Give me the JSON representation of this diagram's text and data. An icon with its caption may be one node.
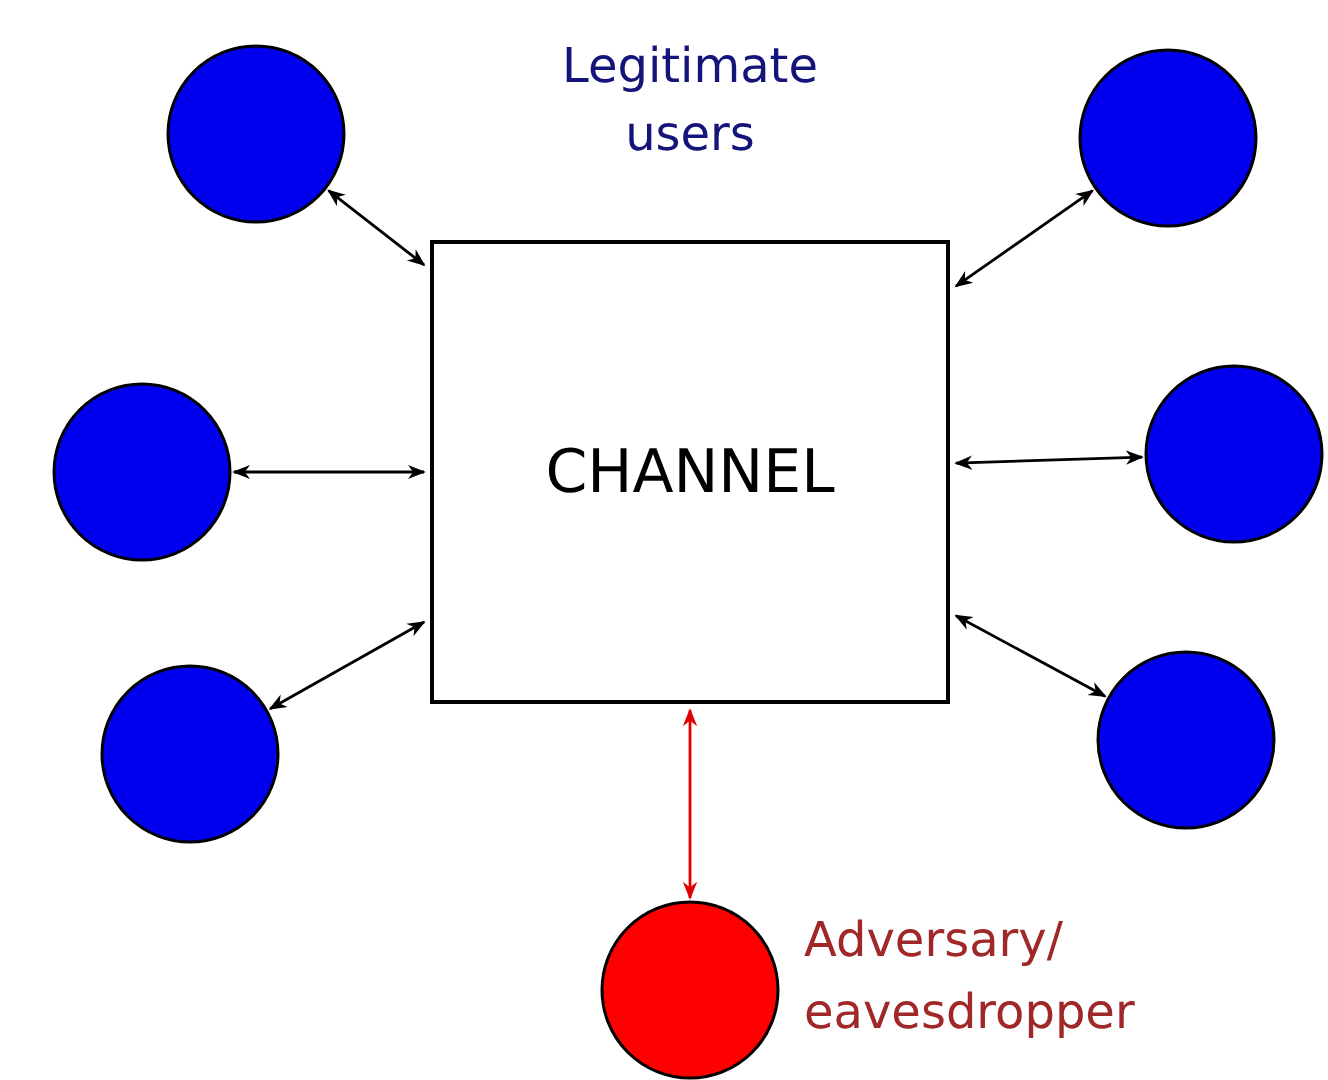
{
  "diagram": {
    "nodes": [
      {
        "text": [
          "CHANNEL"
        ]
      },
      {
        "text": [],
        "shape": "circle"
      },
      {
        "text": [],
        "shape": "circle"
      },
      {
        "text": [],
        "shape": "circle"
      },
      {
        "text": [],
        "shape": "circle"
      },
      {
        "text": [],
        "shape": "circle"
      },
      {
        "text": [],
        "shape": "circle"
      },
      {
        "text": [],
        "shape": "circle",
        "beside": [
          "Adversary/ eavesdropper"
        ]
      }
    ],
    "edges": [
      {
        "from": 1,
        "to": 0,
        "arrow": "both"
      },
      {
        "from": 2,
        "to": 0,
        "arrow": "both"
      },
      {
        "from": 3,
        "to": 0,
        "arrow": "both"
      },
      {
        "from": 4,
        "to": 0,
        "arrow": "both"
      },
      {
        "from": 5,
        "to": 0,
        "arrow": "both"
      },
      {
        "from": 6,
        "to": 0,
        "arrow": "both"
      },
      {
        "from": 7,
        "to": 0,
        "arrow": "both",
        "color": "#e00000"
      }
    ],
    "labels": [
      "Legitimate users"
    ]
  }
}
